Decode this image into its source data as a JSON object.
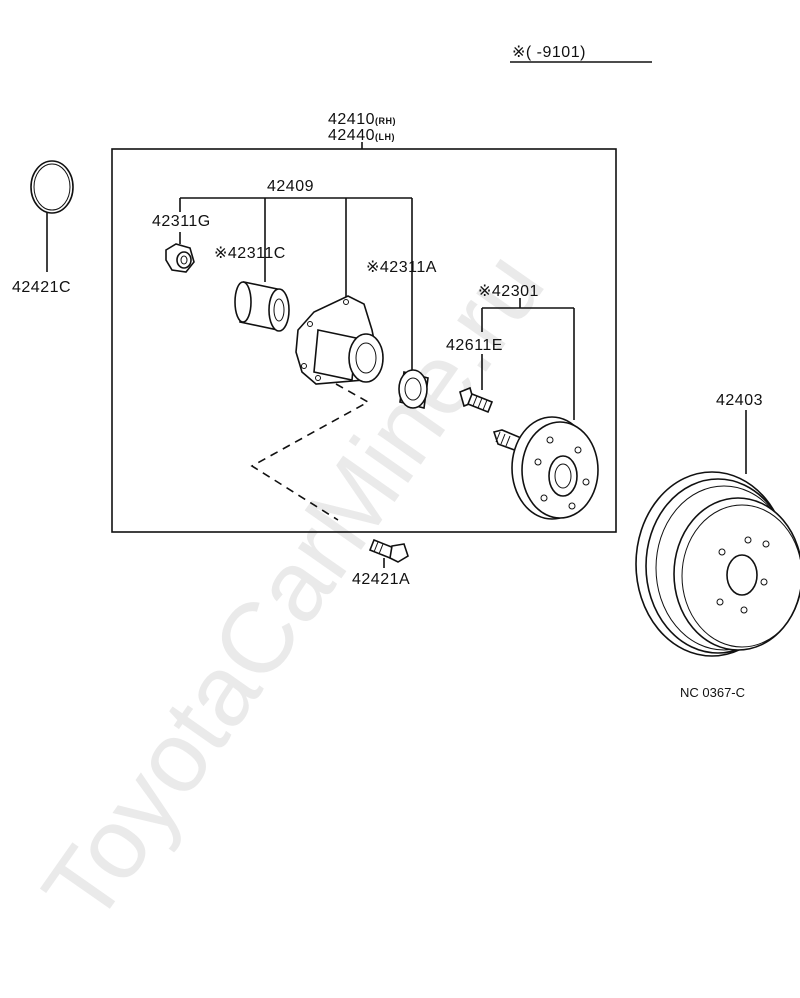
{
  "header": {
    "note": "※(       -9101)"
  },
  "assembly": {
    "number_rh": "42410",
    "suffix_rh": "(RH)",
    "number_lh": "42440",
    "suffix_lh": "(LH)"
  },
  "parts": {
    "p42409": "42409",
    "p42311G": "42311G",
    "p42311C": "※42311C",
    "p42311A": "※42311A",
    "p42301": "※42301",
    "p42611E": "42611E",
    "p42421C": "42421C",
    "p42421A": "42421A",
    "p42403": "42403"
  },
  "reference": "NC 0367-C",
  "watermark": "ToyotaCarMine.ru"
}
